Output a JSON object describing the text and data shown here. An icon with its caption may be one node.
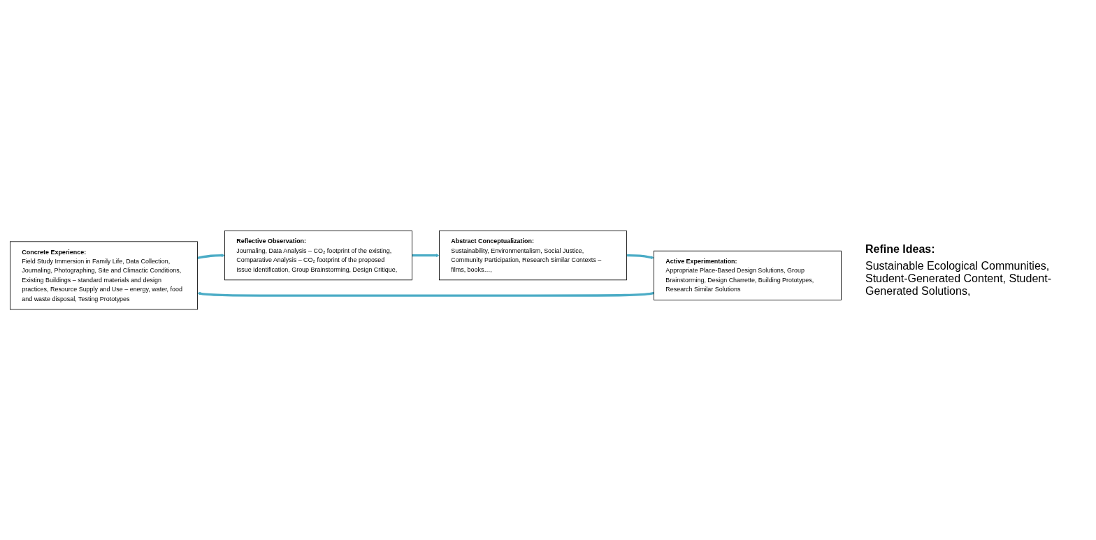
{
  "diagram": {
    "nodes": [
      {
        "text": [
          "Concrete Experience:",
          "Field Study Immersion in Family Life, Data Collection, Journaling, Photographing, Site and Climactic Conditions, Existing Buildings – standard materials and design practices, Resource Supply and Use – energy, water, food and waste disposal, Testing Prototypes"
        ]
      },
      {
        "text": [
          "Active Experimentation:",
          "Appropriate Place-Based Design Solutions, Group Brainstorming, Design Charrette, Building Prototypes, Research Similar Solutions"
        ]
      },
      {
        "text": [
          "Reflective Observation:",
          "Journaling, Data Analysis – CO₂ footprint of the existing, Comparative Analysis – CO₂ footprint of the proposed Issue Identification, Group Brainstorming, Design Critique,"
        ]
      },
      {
        "text": [
          "Abstract Conceptualization:",
          "Sustainability, Environmentalism, Social Justice, Community Participation, Research Similar Contexts – films, books…,"
        ]
      }
    ],
    "edges": [
      {
        "from": 0,
        "to": 2,
        "arrow": "to"
      },
      {
        "from": 2,
        "to": 3,
        "arrow": "to"
      },
      {
        "from": 3,
        "to": 1,
        "arrow": "to"
      },
      {
        "from": 1,
        "to": 0,
        "arrow": "to"
      }
    ],
    "labels": [
      "Refine Ideas:",
      "Sustainable Ecological Communities, Student-Generated Content, Student-Generated Solutions,"
    ]
  }
}
